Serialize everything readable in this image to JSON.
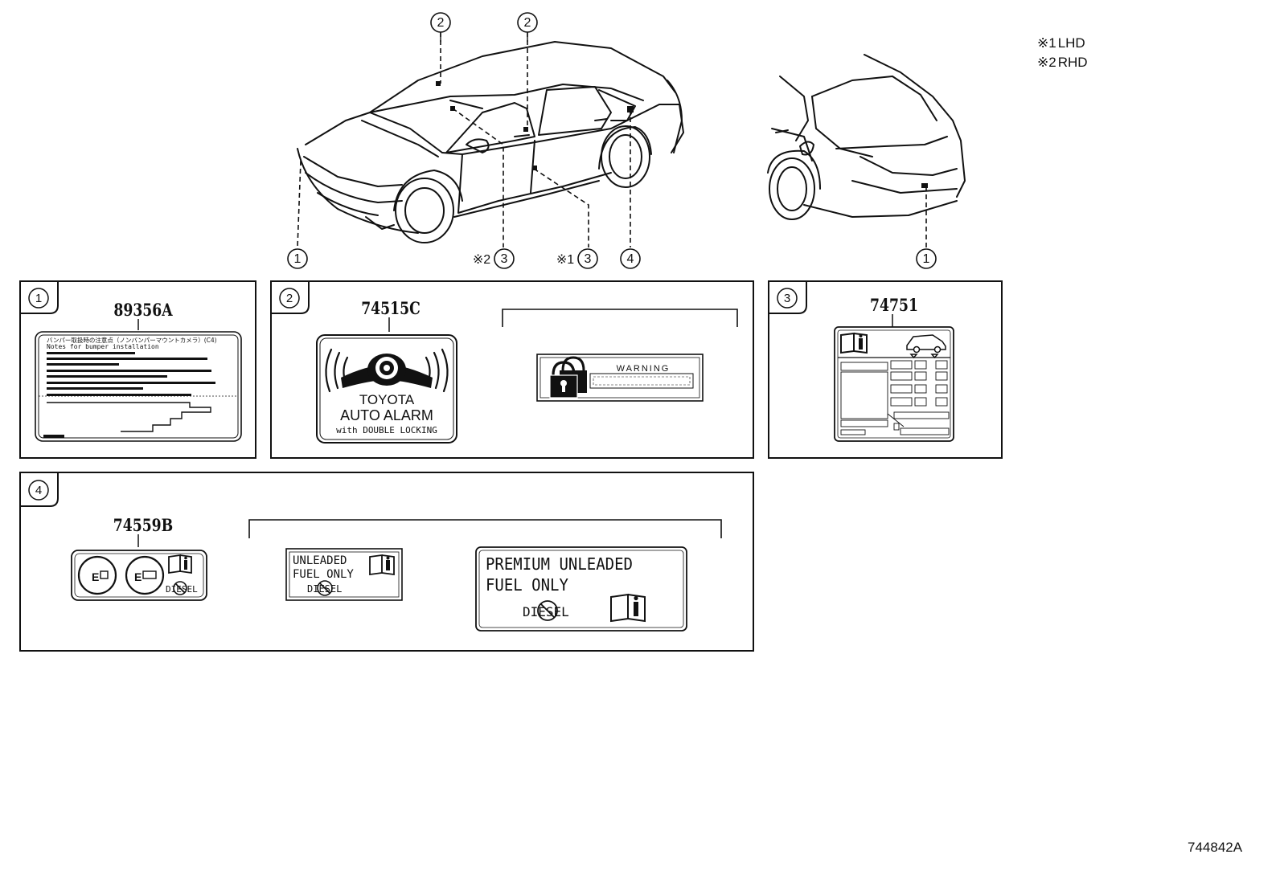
{
  "legend": [
    {
      "mark": "※1",
      "text": "LHD"
    },
    {
      "mark": "※2",
      "text": "RHD"
    }
  ],
  "doc_id": "744842A",
  "callouts": {
    "one": "1",
    "two": "2",
    "three": "3",
    "four": "4",
    "note1": "※1",
    "note2": "※2"
  },
  "panels": [
    {
      "index": "1",
      "part_number": "89356A"
    },
    {
      "index": "2",
      "part_number": "74515C"
    },
    {
      "index": "3",
      "part_number": "74751"
    },
    {
      "index": "4",
      "part_number": "74559B"
    }
  ],
  "labels": {
    "bumper": {
      "jp_line": "バンパー取扱時の注意点（ノンバンパーマウントカメラ）(C4)",
      "en_line": "Notes for bumper installation"
    },
    "alarm": {
      "line1": "TOYOTA",
      "line2": "AUTO ALARM",
      "line3": "with DOUBLE LOCKING"
    },
    "warning": {
      "title": "WARNING"
    },
    "fuel_small": {
      "line1": "UNLEADED",
      "line2": "FUEL ONLY",
      "diesel": "DIESEL"
    },
    "fuel_large": {
      "line1": "PREMIUM  UNLEADED",
      "line2": "FUEL  ONLY",
      "diesel": "DIESEL"
    },
    "fuel_icons": {
      "gauge_mark": "E",
      "diesel": "DIESEL"
    }
  }
}
